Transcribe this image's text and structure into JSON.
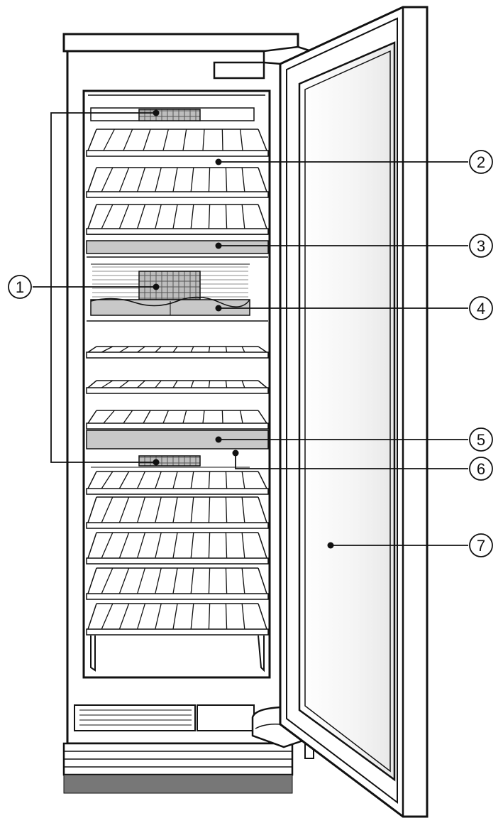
{
  "callouts": [
    {
      "id": 1,
      "label": "1"
    },
    {
      "id": 2,
      "label": "2"
    },
    {
      "id": 3,
      "label": "3"
    },
    {
      "id": 4,
      "label": "4"
    },
    {
      "id": 5,
      "label": "5"
    },
    {
      "id": 6,
      "label": "6"
    },
    {
      "id": 7,
      "label": "7"
    }
  ],
  "colors": {
    "line": "#111111",
    "panel": "#c8c8c8",
    "base": "#777777",
    "background": "#ffffff"
  }
}
